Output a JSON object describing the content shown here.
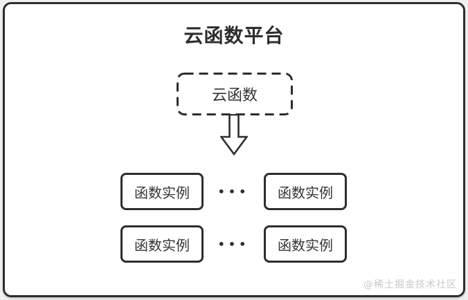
{
  "title": "云函数平台",
  "root_node": {
    "label": "云函数"
  },
  "arrow": {
    "icon": "down-arrow-icon",
    "direction": "down"
  },
  "instance_rows": [
    {
      "left_label": "函数实例",
      "dots": "•••",
      "right_label": "函数实例"
    },
    {
      "left_label": "函数实例",
      "dots": "•••",
      "right_label": "函数实例"
    }
  ],
  "watermark": "@稀土掘金技术社区",
  "colors": {
    "stroke": "#2d2d2d",
    "text": "#333333",
    "watermark": "#c8c8c8",
    "canvas_background": "#ffffff",
    "page_background": "#f0f0f0"
  }
}
